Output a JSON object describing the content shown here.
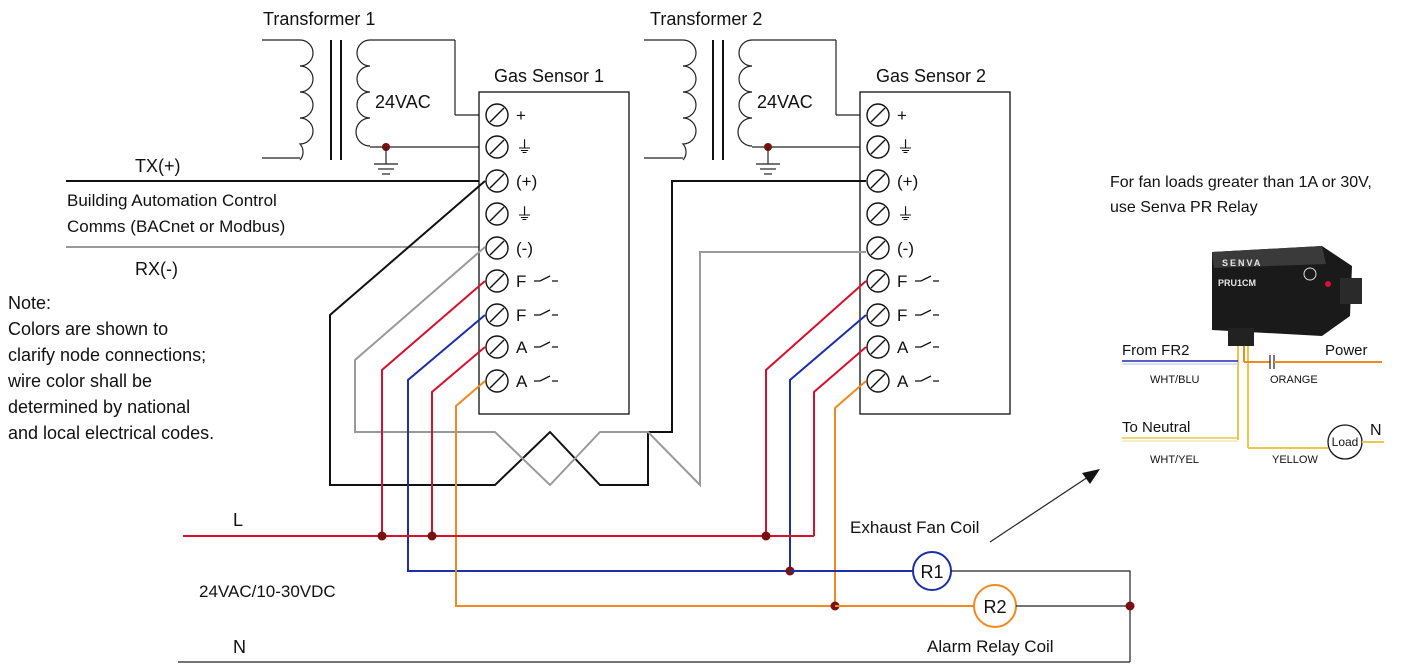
{
  "transformers": [
    {
      "title": "Transformer 1",
      "voltage": "24VAC"
    },
    {
      "title": "Transformer 2",
      "voltage": "24VAC"
    }
  ],
  "sensors": [
    {
      "title": "Gas Sensor 1"
    },
    {
      "title": "Gas Sensor 2"
    }
  ],
  "terminals": [
    "+",
    "⏚",
    "(+)",
    "⏚",
    "(-)",
    "F",
    "F",
    "A",
    "A"
  ],
  "comms": {
    "tx": "TX(+)",
    "rx": "RX(-)",
    "line1": "Building Automation Control",
    "line2": "Comms (BACnet or Modbus)"
  },
  "note": {
    "title": "Note:",
    "lines": [
      "Colors are shown to",
      "clarify node connections;",
      "wire color shall be",
      "determined by national",
      "and local electrical codes."
    ]
  },
  "power": {
    "line": "L",
    "neutral": "N",
    "supply": "24VAC/10-30VDC"
  },
  "coils": [
    {
      "id": "R1",
      "label": "Exhaust Fan Coil",
      "color": "#1a2fa8"
    },
    {
      "id": "R2",
      "label": "Alarm Relay Coil",
      "color": "#f08a1c"
    }
  ],
  "relay": {
    "note1": "For fan loads greater than 1A or 30V,",
    "note2": "use Senva PR Relay",
    "brand": "SENVA",
    "model": "PRU1CM",
    "from_label": "From FR2",
    "from_wire": "WHT/BLU",
    "power_label": "Power",
    "power_wire": "ORANGE",
    "neutral_label": "To Neutral",
    "neutral_wire": "WHT/YEL",
    "load_wire": "YELLOW",
    "load_label": "Load",
    "load_n": "N"
  },
  "colors": {
    "red": "#d8102e",
    "blue": "#1a2fa8",
    "orange": "#f08a1c",
    "gray": "#9a9a9a",
    "black": "#111111"
  }
}
